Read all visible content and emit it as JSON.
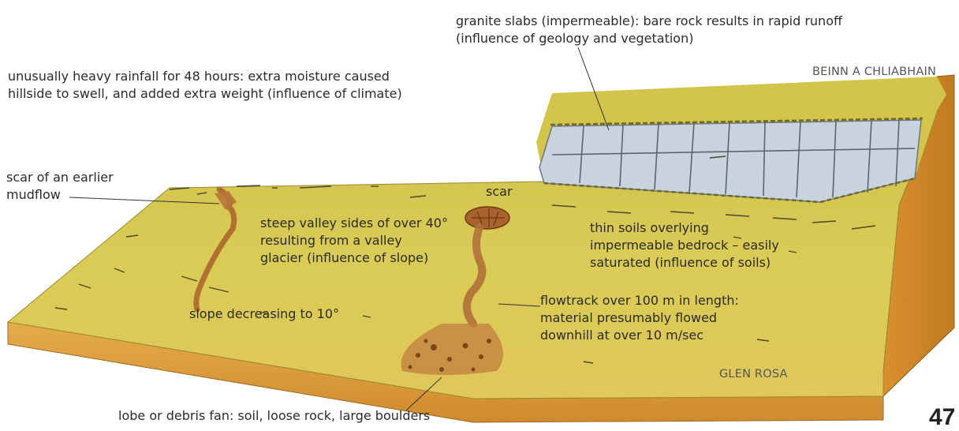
{
  "labels": {
    "granite": [
      "granite slabs (impermeable): bare rock results in rapid runoff",
      "(influence of geology and vegetation)"
    ],
    "rainfall": [
      "unusually heavy rainfall for 48 hours: extra moisture caused",
      "hillside to swell, and added extra weight (influence of climate)"
    ],
    "earlier_scar": [
      "scar of an earlier",
      "mudflow"
    ],
    "scar": "scar",
    "steep_sides": [
      "steep valley sides of over 40°",
      "resulting from a valley",
      "glacier (influence of slope)"
    ],
    "thin_soils": [
      "thin soils overlying",
      "impermeable bedrock – easily",
      "saturated (influence of soils)"
    ],
    "slope_decreasing": "slope decreasing to 10°",
    "flowtrack": [
      "flowtrack over 100 m in length:",
      "material presumably flowed",
      "downhill at over 10 m/sec"
    ],
    "debris_fan": "lobe or debris fan: soil, loose rock, large boulders",
    "beinn": "BEINN A CHLIABHAIN",
    "glen": "GLEN ROSA"
  },
  "page_number": "47",
  "colors": {
    "grass_top": "#d8c94c",
    "cliff_rock": "#c9d3de",
    "soil_side": "#d99a3c",
    "mud": "#b8743a",
    "label_text": "#2b2b2b"
  }
}
